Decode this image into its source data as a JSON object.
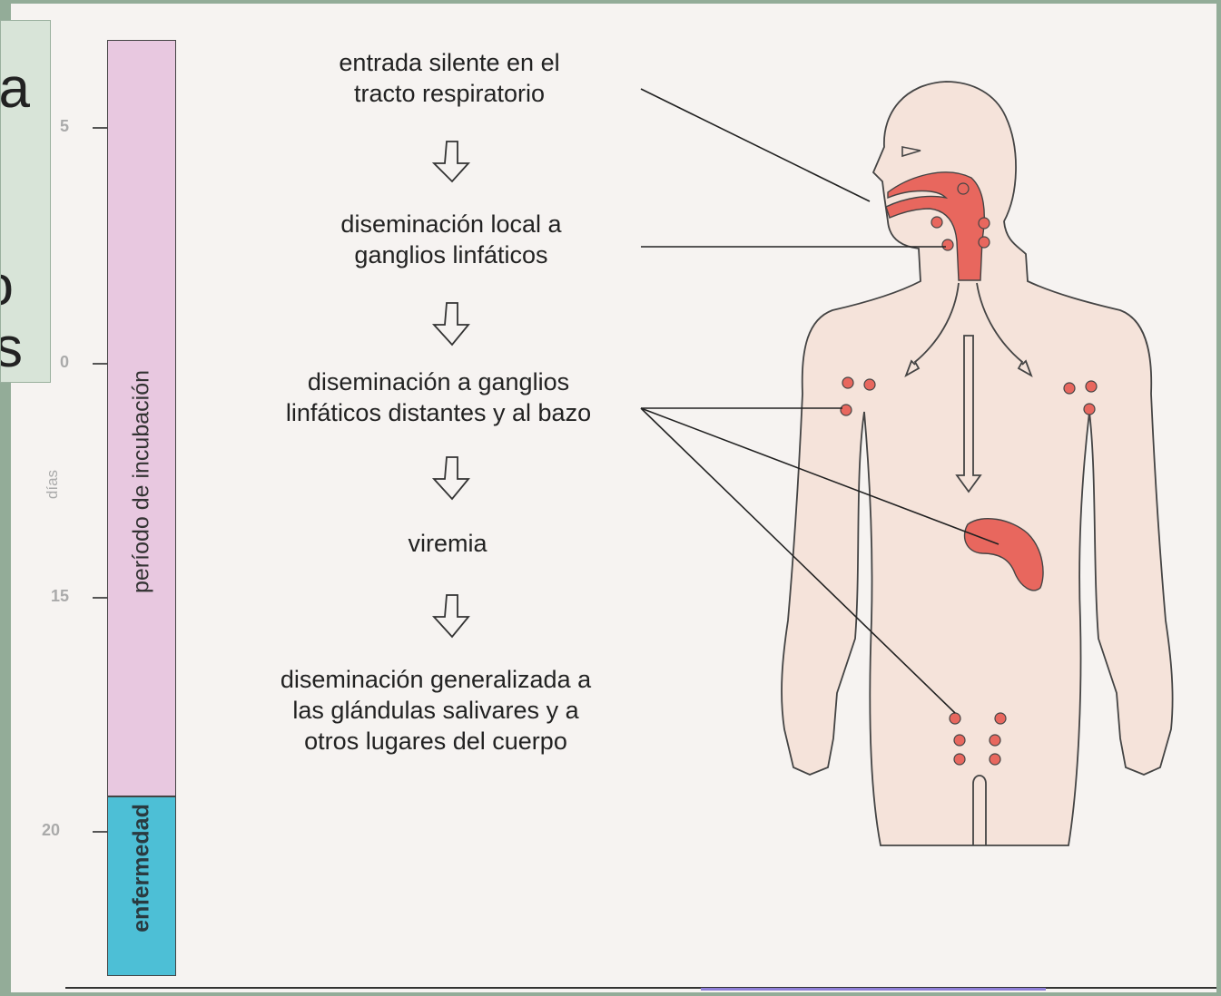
{
  "overlay": {
    "chars": [
      "a",
      "o",
      "s"
    ]
  },
  "timeline": {
    "axis_label": "días",
    "ticks": [
      "5",
      "0",
      "15",
      "20"
    ],
    "incubation_label": "período de incubación",
    "disease_label": "enfermedad",
    "incubation_color": "#e8c8e0",
    "disease_color": "#4dbfd6"
  },
  "steps": [
    {
      "lines": [
        "entrada silente en el",
        "tracto respiratorio"
      ]
    },
    {
      "lines": [
        "diseminación local a",
        "ganglios linfáticos"
      ]
    },
    {
      "lines": [
        "diseminación a ganglios",
        "linfáticos distantes y al bazo"
      ]
    },
    {
      "lines": [
        "viremia"
      ]
    },
    {
      "lines": [
        "diseminación generalizada a",
        "las glándulas salivares y a",
        "otros lugares del cuerpo"
      ]
    }
  ],
  "colors": {
    "lesion": "#e8675e",
    "body": "#f5e3da",
    "outline": "#444444"
  }
}
